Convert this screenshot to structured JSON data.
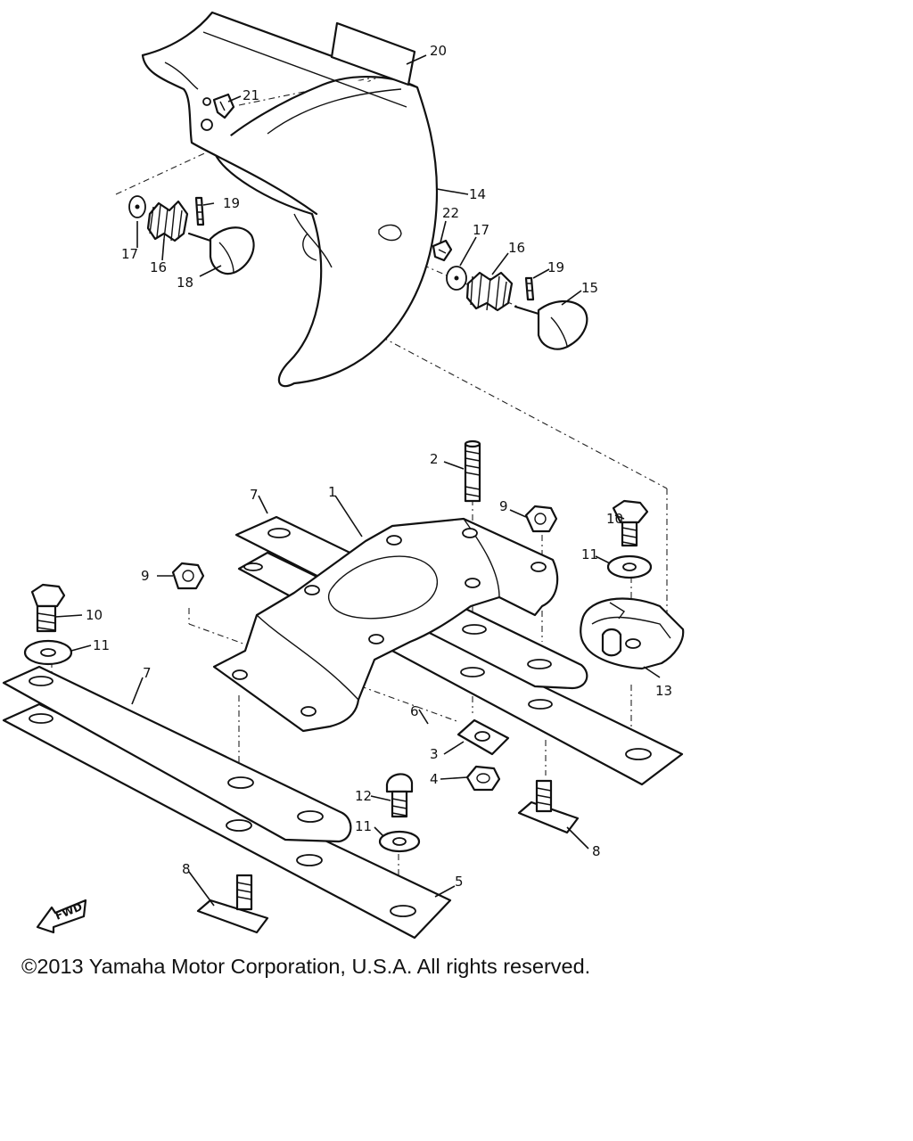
{
  "diagram": {
    "callouts": {
      "c1": "1",
      "c2": "2",
      "c3": "3",
      "c4": "4",
      "c5": "5",
      "c6": "6",
      "c7a": "7",
      "c7b": "7",
      "c8a": "8",
      "c8b": "8",
      "c9a": "9",
      "c9b": "9",
      "c10a": "10",
      "c10b": "10",
      "c11a": "11",
      "c11b": "11",
      "c11c": "11",
      "c12": "12",
      "c13": "13",
      "c14": "14",
      "c15": "15",
      "c16a": "16",
      "c16b": "16",
      "c17a": "17",
      "c17b": "17",
      "c18": "18",
      "c19a": "19",
      "c19b": "19",
      "c20": "20",
      "c21": "21",
      "c22": "22"
    },
    "fwd_label": "FWD"
  },
  "footer": {
    "copyright": "©2013 Yamaha Motor Corporation, U.S.A. All rights reserved."
  }
}
